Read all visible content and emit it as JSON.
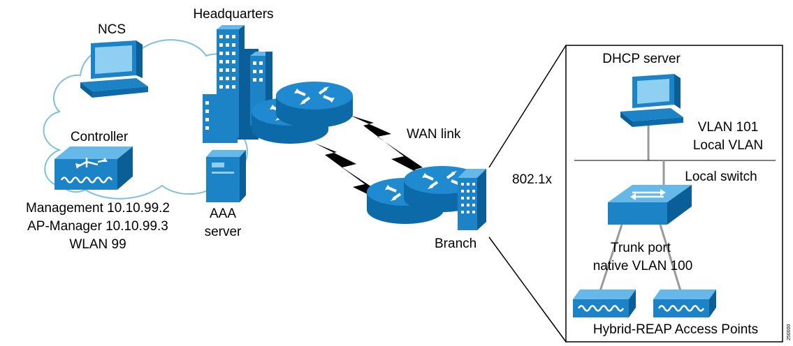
{
  "labels": {
    "headquarters": "Headquarters",
    "ncs": "NCS",
    "controller": "Controller",
    "management": "Management 10.10.99.2",
    "ap_manager": "AP-Manager 10.10.99.3",
    "wlan": "WLAN 99",
    "aaa_line1": "AAA",
    "aaa_line2": "server",
    "wan_link": "WAN link",
    "branch": "Branch",
    "dot1x": "802.1x",
    "dhcp_server": "DHCP server",
    "vlan101": "VLAN 101",
    "local_vlan": "Local VLAN",
    "local_switch": "Local switch",
    "trunk_port": "Trunk port",
    "native_vlan": "native VLAN 100",
    "access_points": "Hybrid-REAP Access Points",
    "figure_id": "250000"
  },
  "colors": {
    "device_blue": "#1b83c6",
    "device_dark": "#0b5f99",
    "device_light": "#8fd0f2",
    "cloud_line": "#7fbfe0",
    "line": "#000000",
    "inner_line": "#999999"
  },
  "icons": [
    "laptop-icon",
    "controller-icon",
    "building-icon",
    "router-icon",
    "server-icon",
    "switch-icon",
    "access-point-icon",
    "lightning-icon"
  ]
}
